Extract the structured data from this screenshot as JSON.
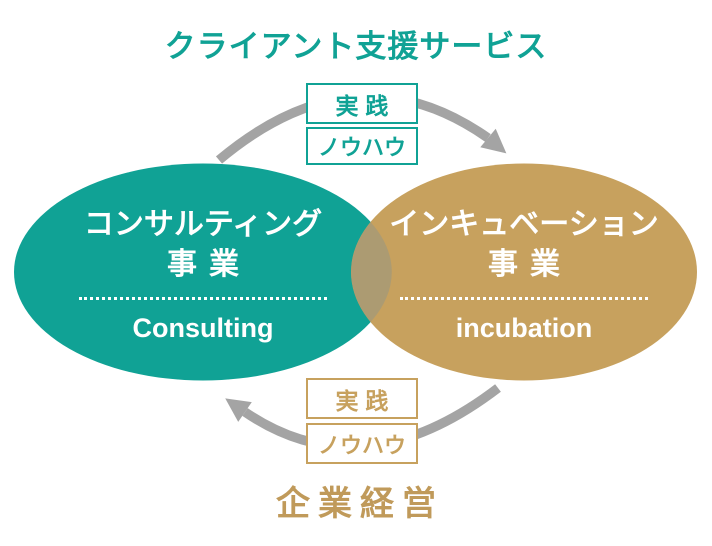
{
  "title_top": "クライアント支援サービス",
  "title_bottom": "企業経営",
  "ellipses": {
    "left": {
      "line1": "コンサルティング",
      "line2": "事業",
      "caption": "Consulting"
    },
    "right": {
      "line1": "インキュベーション",
      "line2": "事業",
      "caption": "incubation"
    }
  },
  "flows": {
    "top": {
      "label1": "実践",
      "label2": "ノウハウ",
      "arrow_direction": "left-to-right"
    },
    "bottom": {
      "label1": "実践",
      "label2": "ノウハウ",
      "arrow_direction": "right-to-left"
    }
  },
  "colors": {
    "teal": "#10A295",
    "tan": "#C7A15E",
    "overlap": "#AC9B72",
    "arrow_gray": "#A4A4A4",
    "text_on_ellipse": "#FFFFFF"
  }
}
